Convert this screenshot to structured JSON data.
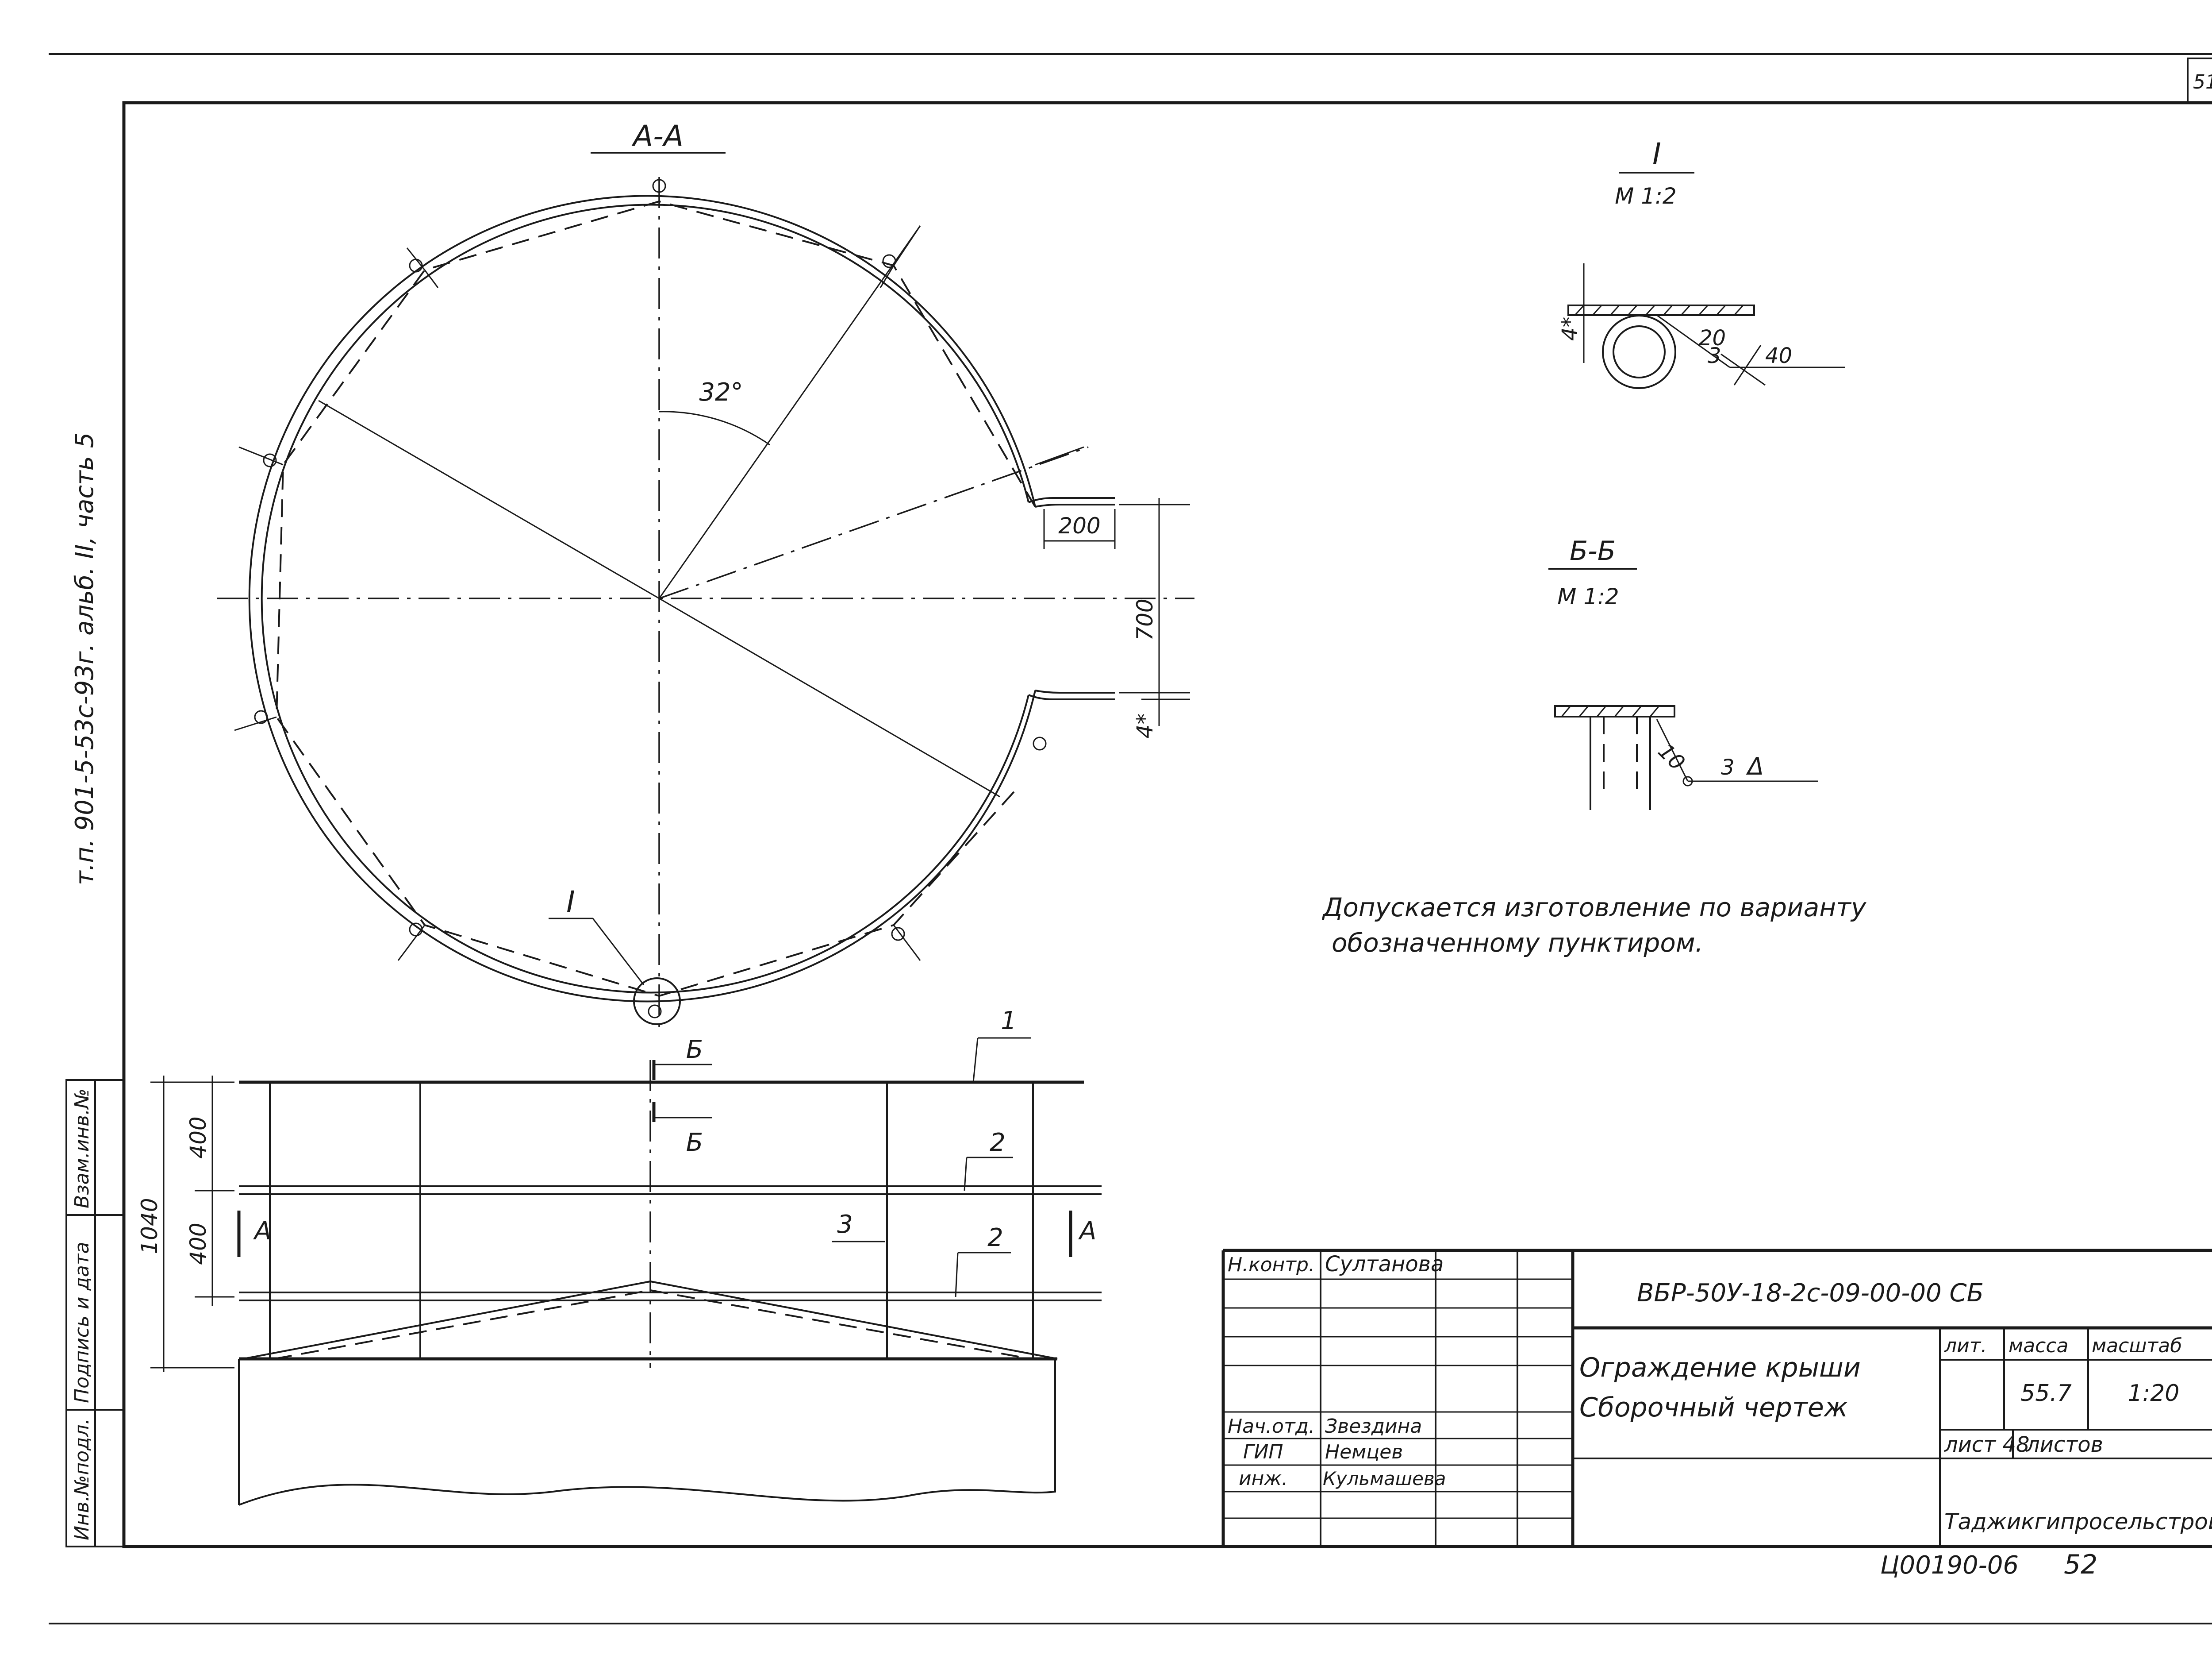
{
  "sheet_number": "51",
  "side_label": "т.п. 901-5-53с-93г.   альб. II, часть 5",
  "section_aa": "А-А",
  "angle_label": "32°",
  "detail_marker": "I",
  "detail_title": "I",
  "detail_scale": "М 1:2",
  "section_bb": "Б-Б",
  "section_bb_scale": "М 1:2",
  "cut_b": "Б",
  "cut_a": "А",
  "dimensions": {
    "d200": "200",
    "d700": "700",
    "d4a": "4*",
    "d400a": "400",
    "d400b": "400",
    "d1040": "1040",
    "weld_leg_20": "20",
    "weld_n3a": "3",
    "weld_40": "40",
    "weld_4": "4*",
    "weld_10": "10",
    "weld_n3b": "3",
    "weld_delta": "Δ"
  },
  "callouts": {
    "c1": "1",
    "c2a": "2",
    "c2b": "2",
    "c3": "3"
  },
  "note": {
    "line1": "Допускается изготовление по варианту",
    "line2": "обозначенному пунктиром."
  },
  "left_strip": {
    "c1": "Инв.№подл.",
    "c2": "Подпись и дата",
    "c3": "Взам.инв.№"
  },
  "title_block": {
    "doc_code": "ВБР-50У-18-2с-09-00-00 СБ",
    "title_line1": "Ограждение крыши",
    "title_line2": "Сборочный чертеж",
    "lit_label": "лит.",
    "mass_label": "масса",
    "scale_label": "масштаб",
    "mass_value": "55.7",
    "scale_value": "1:20",
    "sheet_label": "лист 48",
    "sheets_label": "листов",
    "org": "Таджикгипросельстрой",
    "rows": [
      {
        "role": "Н.контр.",
        "name": "Султанова"
      },
      {
        "role": "Нач.отд.",
        "name": "Звездина"
      },
      {
        "role": "ГИП",
        "name": "Немцев"
      },
      {
        "role": "инж.",
        "name": "Кульмашева"
      }
    ]
  },
  "bottom_code": "Ц00190-06",
  "bottom_num": "52"
}
